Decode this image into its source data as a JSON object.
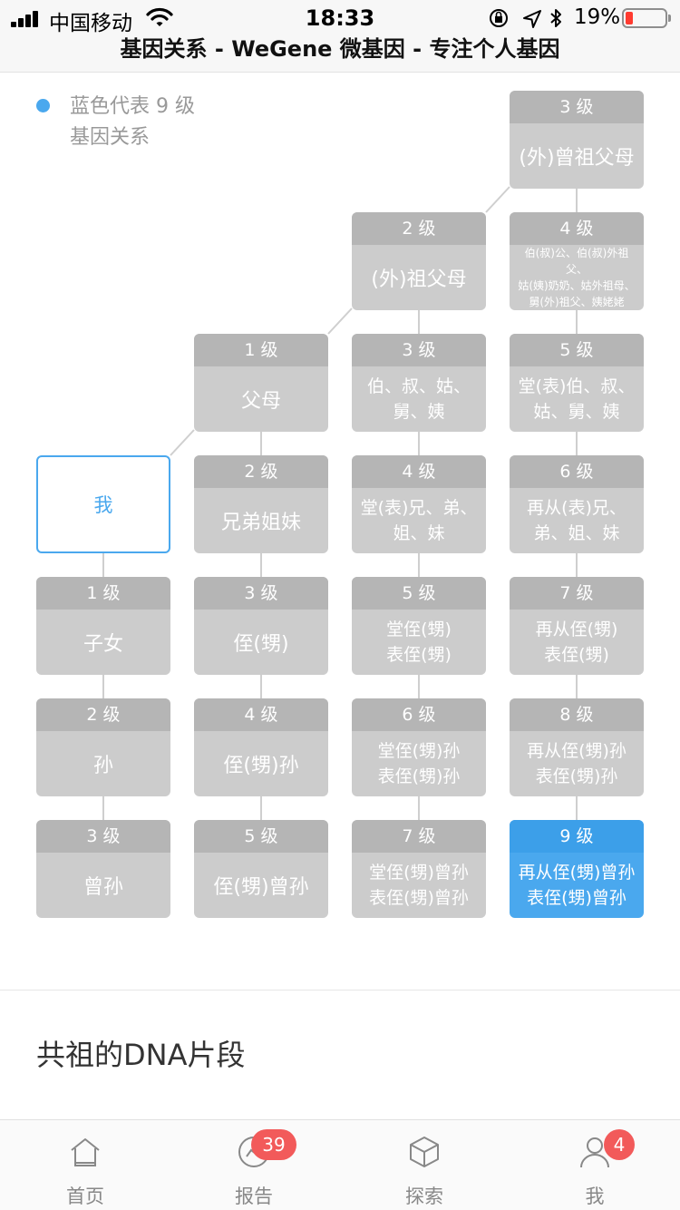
{
  "status_bar": {
    "carrier": "中国移动",
    "time": "18:33",
    "battery_percent": "19%",
    "battery_color": "#ff3b30",
    "icons": [
      "signal-icon",
      "wifi-icon",
      "lock-rotation-icon",
      "location-icon",
      "bluetooth-icon",
      "battery-icon"
    ]
  },
  "page": {
    "title": "基因关系 - WeGene 微基因 - 专注个人基因"
  },
  "legend": {
    "line1": "蓝色代表 9 级",
    "line2": "基因关系",
    "color": "#4aa8ee"
  },
  "tree": {
    "great_grandparents": {
      "level": "3 级",
      "label": "(外)曾祖父母"
    },
    "grandparents": {
      "level": "2 级",
      "label": "(外)祖父母"
    },
    "great_grand_aunts_uncles": {
      "level": "4 级",
      "label1": "伯(叔)公、伯(叔)外祖父、",
      "label2": "姑(姨)奶奶、姑外祖母、",
      "label3": "舅(外)祖父、姨姥姥"
    },
    "parents": {
      "level": "1 级",
      "label": "父母"
    },
    "aunts_uncles": {
      "level": "3 级",
      "label1": "伯、叔、姑、",
      "label2": "舅、姨"
    },
    "first_cousins_of_parents": {
      "level": "5 级",
      "label1": "堂(表)伯、叔、",
      "label2": "姑、舅、姨"
    },
    "me": {
      "label": "我"
    },
    "siblings": {
      "level": "2 级",
      "label": "兄弟姐妹"
    },
    "first_cousins": {
      "level": "4 级",
      "label1": "堂(表)兄、弟、",
      "label2": "姐、妹"
    },
    "second_cousins": {
      "level": "6 级",
      "label1": "再从(表)兄、",
      "label2": "弟、姐、妹"
    },
    "children": {
      "level": "1 级",
      "label": "子女"
    },
    "nephews": {
      "level": "3 级",
      "label": "侄(甥)"
    },
    "first_cousins_children": {
      "level": "5 级",
      "label1": "堂侄(甥)",
      "label2": "表侄(甥)"
    },
    "second_cousins_children": {
      "level": "7 级",
      "label1": "再从侄(甥)",
      "label2": "表侄(甥)"
    },
    "grandchildren": {
      "level": "2 级",
      "label": "孙"
    },
    "grand_nephews": {
      "level": "4 级",
      "label": "侄(甥)孙"
    },
    "first_cousins_grandchildren": {
      "level": "6 级",
      "label1": "堂侄(甥)孙",
      "label2": "表侄(甥)孙"
    },
    "second_cousins_grandchildren": {
      "level": "8 级",
      "label1": "再从侄(甥)孙",
      "label2": "表侄(甥)孙"
    },
    "great_grandchildren": {
      "level": "3 级",
      "label": "曾孙"
    },
    "great_grand_nephews": {
      "level": "5 级",
      "label": "侄(甥)曾孙"
    },
    "first_cousins_great_grandchildren": {
      "level": "7 级",
      "label1": "堂侄(甥)曾孙",
      "label2": "表侄(甥)曾孙"
    },
    "second_cousins_great_grandchildren": {
      "level": "9 级",
      "label1": "再从侄(甥)曾孙",
      "label2": "表侄(甥)曾孙"
    }
  },
  "section": {
    "title": "共祖的DNA片段"
  },
  "tabbar": {
    "tabs": [
      {
        "label": "首页",
        "icon": "home-icon"
      },
      {
        "label": "报告",
        "icon": "report-icon",
        "badge": "39"
      },
      {
        "label": "探索",
        "icon": "cube-icon"
      },
      {
        "label": "我",
        "icon": "user-icon",
        "badge": "4"
      }
    ],
    "badge_color": "#f25a5a"
  }
}
